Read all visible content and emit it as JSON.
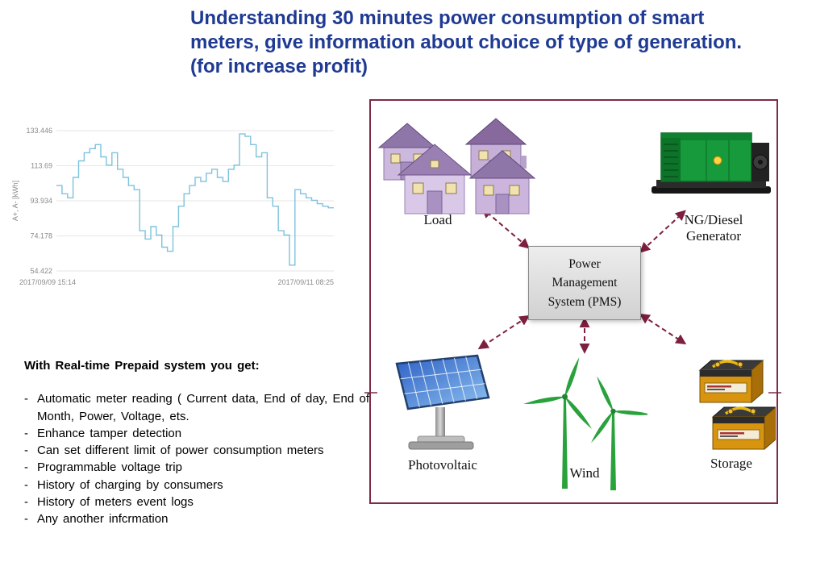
{
  "title_lines": [
    "Understanding 30 minutes power consumption of smart",
    "meters, give information about choice of type of generation.",
    "(for increase profit)"
  ],
  "colors": {
    "title_blue": "#1f3a93",
    "diagram_border": "#7d2b48",
    "arrow": "#7d1f3e",
    "chart_line": "#7ec2de"
  },
  "chart_data": {
    "type": "line",
    "subtype": "step",
    "title": "",
    "xlabel": "",
    "ylabel": "A+, A- [kWh]",
    "ylim": [
      54.422,
      133.446
    ],
    "y_ticks": [
      133.446,
      113.69,
      93.934,
      74.178,
      54.422
    ],
    "x_start_label": "2017/09/09 15:14",
    "x_end_label": "2017/09/11 08:25",
    "grid": "horizontal",
    "legend": "none",
    "line_color": "#7ec2de",
    "values": [
      102.5,
      97.9,
      95.6,
      107.1,
      116.4,
      121.0,
      123.3,
      125.6,
      118.7,
      114.0,
      121.0,
      111.7,
      107.1,
      102.5,
      100.2,
      77.1,
      72.4,
      79.4,
      74.7,
      67.8,
      65.5,
      79.4,
      90.9,
      97.9,
      102.5,
      107.1,
      104.8,
      109.4,
      111.7,
      107.1,
      104.8,
      111.7,
      114.0,
      131.6,
      130.2,
      125.6,
      118.7,
      121.0,
      95.6,
      90.9,
      77.1,
      74.7,
      57.7,
      100.2,
      97.9,
      95.6,
      94.2,
      92.3,
      90.9,
      90.0
    ]
  },
  "features": {
    "heading": "With Real-time Prepaid system you get:",
    "items": [
      "Automatic meter reading ( Current data, End of day, End of Month, Power, Voltage, ets.",
      "Enhance tamper detection",
      "Can set different limit of power consumption meters",
      "Programmable voltage trip",
      "History of charging by consumers",
      "History of meters event logs",
      "Any another infcrmation"
    ]
  },
  "diagram": {
    "pms_lines": [
      "Power",
      "Management",
      "System (PMS)"
    ],
    "nodes": {
      "load": "Load",
      "generator": "NG/Diesel Generator",
      "photovoltaic": "Photovoltaic",
      "wind": "Wind",
      "storage": "Storage"
    }
  }
}
